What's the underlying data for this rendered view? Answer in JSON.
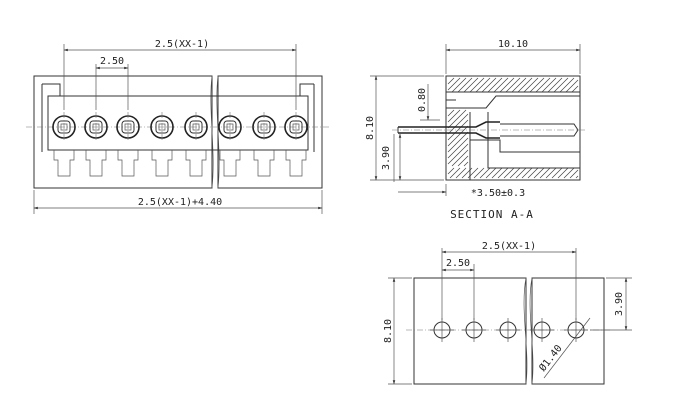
{
  "front_view": {
    "dim_overall_pitch": "2.5(XX-1)",
    "dim_pitch": "2.50",
    "dim_total_length": "2.5(XX-1)+4.40"
  },
  "section_view": {
    "dim_depth": "10.10",
    "dim_height": "8.10",
    "dim_top": "0.80",
    "dim_pin_height": "3.90",
    "dim_pin_length": "*3.50±0.3",
    "caption": "SECTION A-A"
  },
  "pcb_layout": {
    "dim_overall_pitch": "2.5(XX-1)",
    "dim_pitch": "2.50",
    "dim_height": "8.10",
    "dim_row_offset": "3.90",
    "dim_hole_diameter": "Ø1.40"
  }
}
